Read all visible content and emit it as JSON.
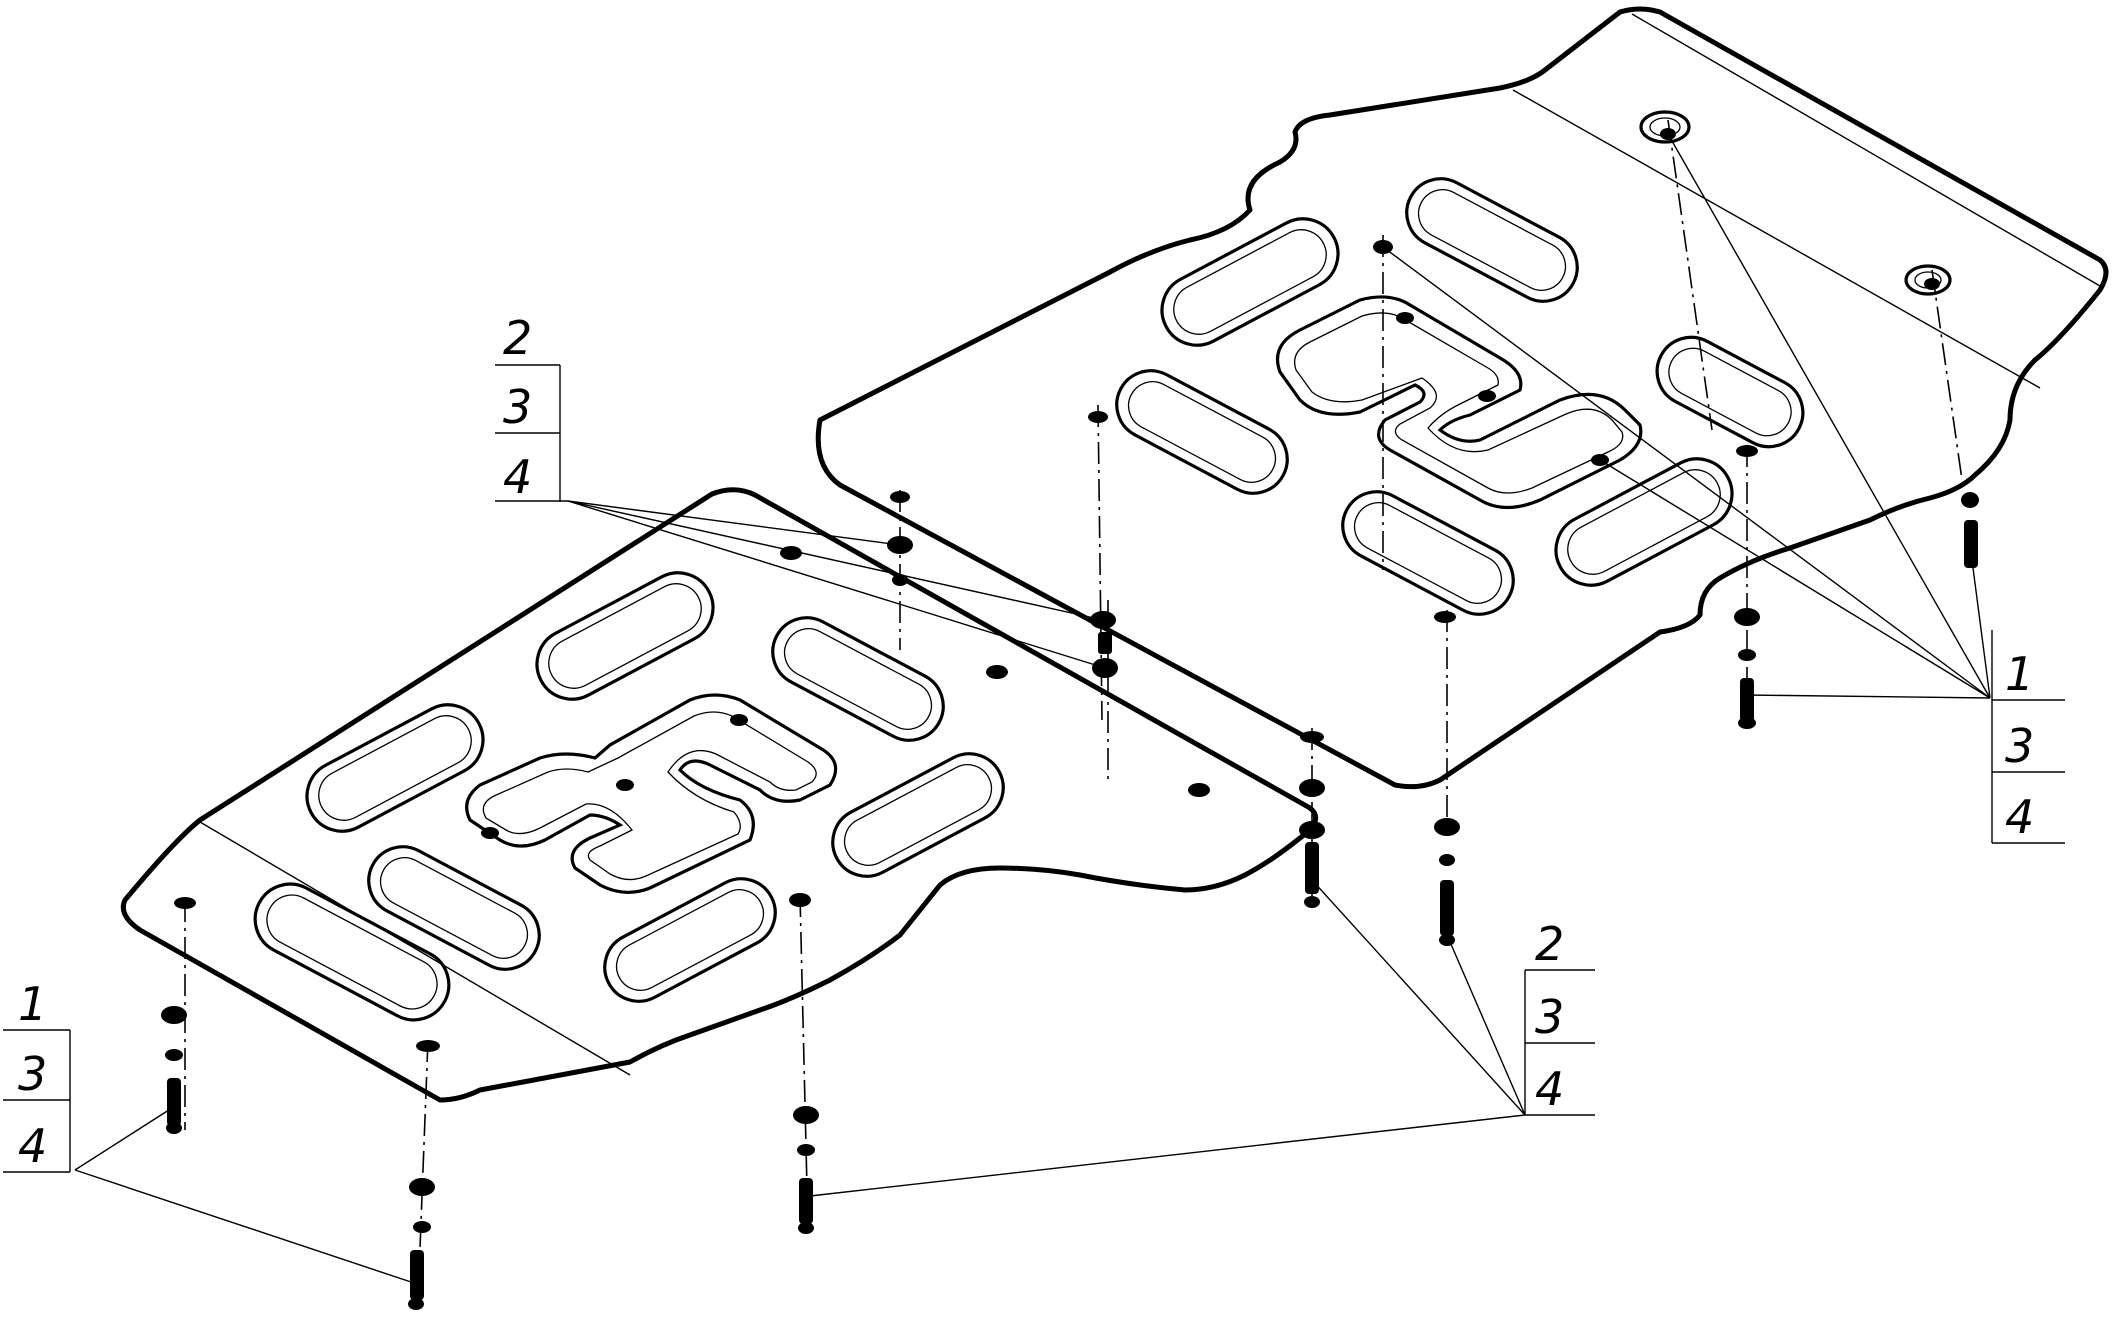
{
  "drawing": {
    "description_labels": {
      "callout_top_left": [
        "2",
        "3",
        "4"
      ],
      "callout_right_upper": [
        "1",
        "3",
        "4"
      ],
      "callout_right_lower": [
        "2",
        "3",
        "4"
      ],
      "callout_bottom_left": [
        "1",
        "3",
        "4"
      ]
    },
    "colors": {
      "ink": "#000000",
      "paper": "#ffffff"
    }
  }
}
